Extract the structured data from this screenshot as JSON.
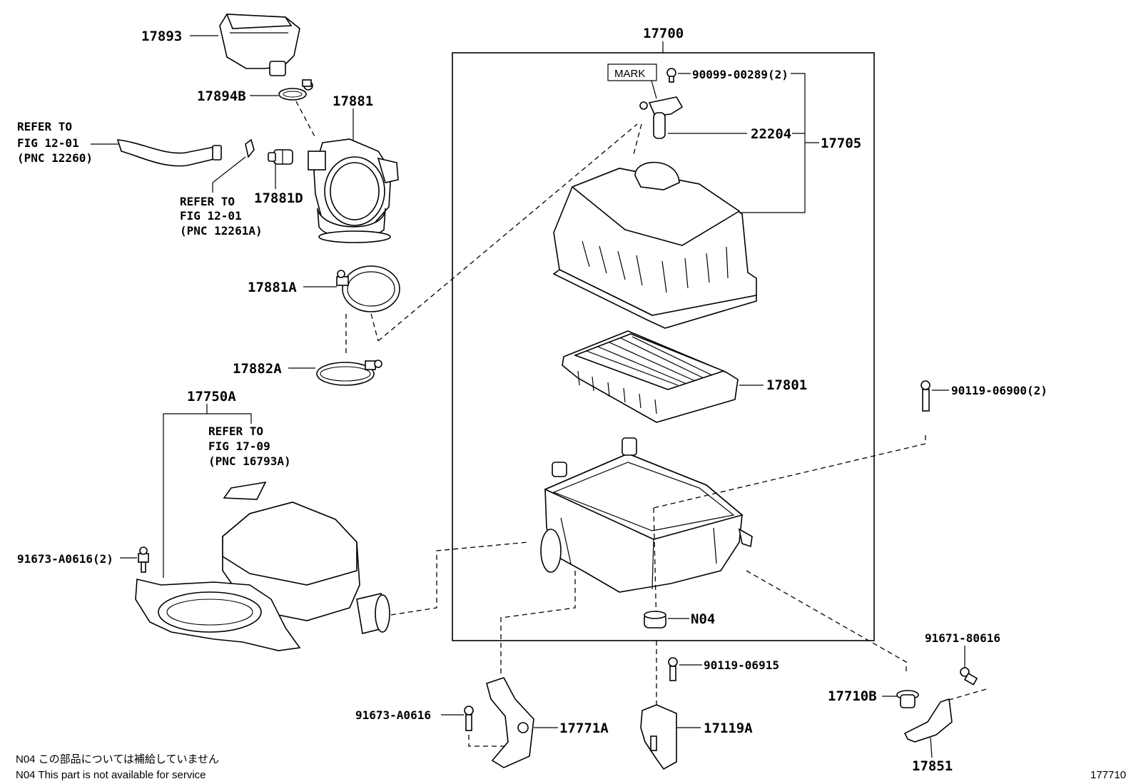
{
  "labels": {
    "p17893": "17893",
    "p17894b": "17894B",
    "p17881": "17881",
    "p17881d": "17881D",
    "p17881a": "17881A",
    "p17882a": "17882A",
    "p17750a": "17750A",
    "p17700": "17700",
    "p90099": "90099-00289(2)",
    "p22204": "22204",
    "p17705": "17705",
    "p17801": "17801",
    "p90119_06900": "90119-06900(2)",
    "n04": "N04",
    "p90119_06915": "90119-06915",
    "p91671": "91671-80616",
    "p17710b": "17710B",
    "p17851": "17851",
    "p91673_2": "91673-A0616(2)",
    "p91673": "91673-A0616",
    "p17771a": "17771A",
    "p17119a": "17119A",
    "mark": "MARK"
  },
  "refs": {
    "ref1": [
      "REFER TO",
      "FIG 12-01",
      "(PNC 12260)"
    ],
    "ref2": [
      "REFER TO",
      "FIG 12-01",
      "(PNC 12261A)"
    ],
    "ref3": [
      "REFER TO",
      "FIG 17-09",
      "(PNC 16793A)"
    ]
  },
  "notes": {
    "jp": "N04  この部品については補給していません",
    "en": "N04  This part is not available for service"
  },
  "figure_id": "177710"
}
